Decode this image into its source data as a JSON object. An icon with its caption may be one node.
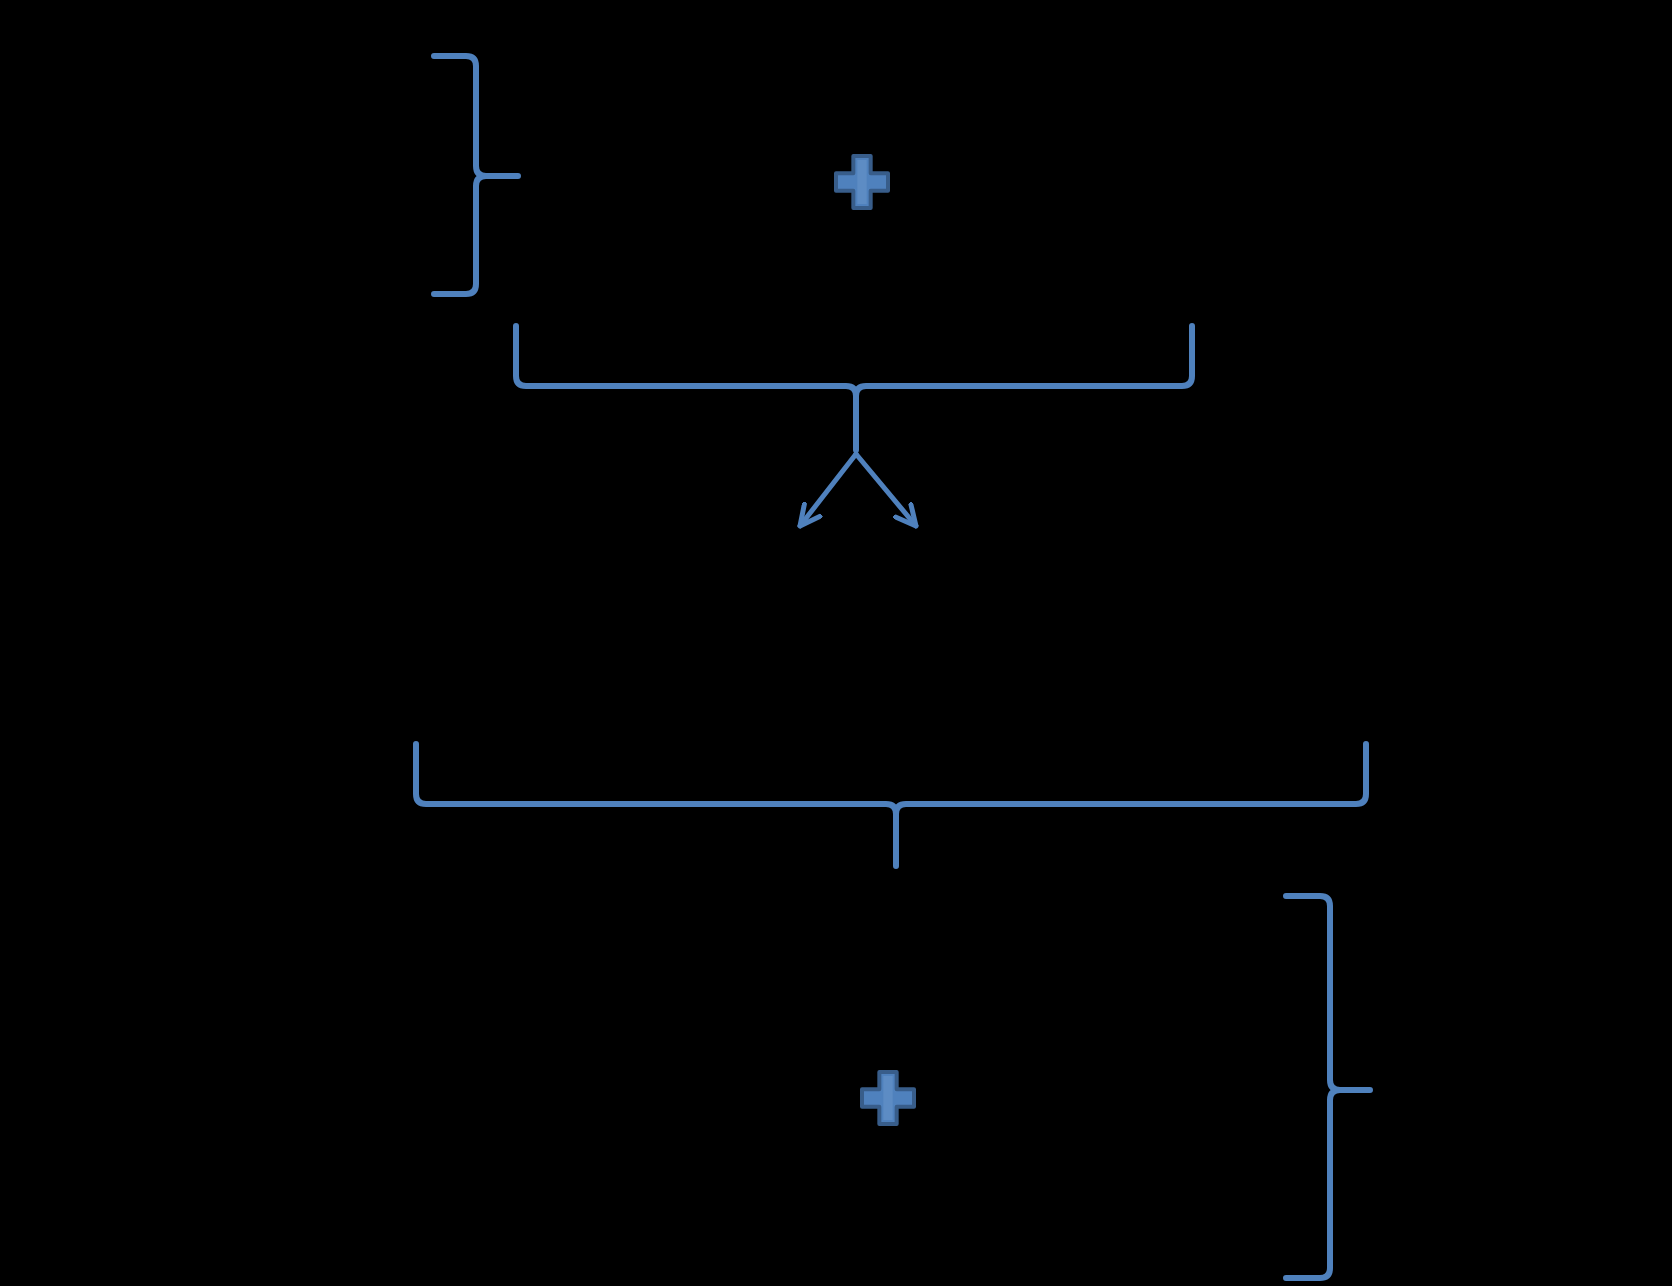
{
  "diagram": {
    "nodes": [
      {
        "text": [],
        "shape": "brace"
      },
      {
        "text": [],
        "shape": "plus"
      },
      {
        "text": [],
        "shape": "brace"
      },
      {
        "text": [],
        "shape": "brace"
      },
      {
        "text": [],
        "shape": "brace"
      },
      {
        "text": [],
        "shape": "plus"
      }
    ],
    "edges": [
      {
        "from": 2,
        "to": null,
        "arrow": "to"
      },
      {
        "from": 2,
        "to": null,
        "arrow": "to"
      }
    ]
  }
}
